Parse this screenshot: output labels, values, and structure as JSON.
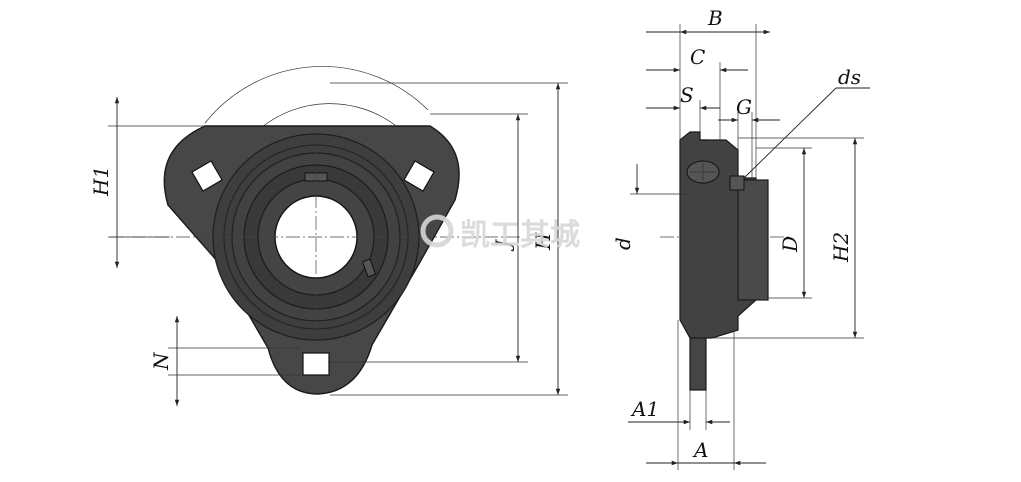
{
  "labels": {
    "H1": "H1",
    "N": "N",
    "J": "J",
    "H": "H",
    "B": "B",
    "C": "C",
    "S": "S",
    "G": "G",
    "ds": "ds",
    "d": "d",
    "D": "D",
    "H2": "H2",
    "A1": "A1",
    "A": "A"
  },
  "watermark": "凯工其城",
  "colors": {
    "body": "#454545",
    "line": "#222222",
    "hole": "#ffffff"
  }
}
